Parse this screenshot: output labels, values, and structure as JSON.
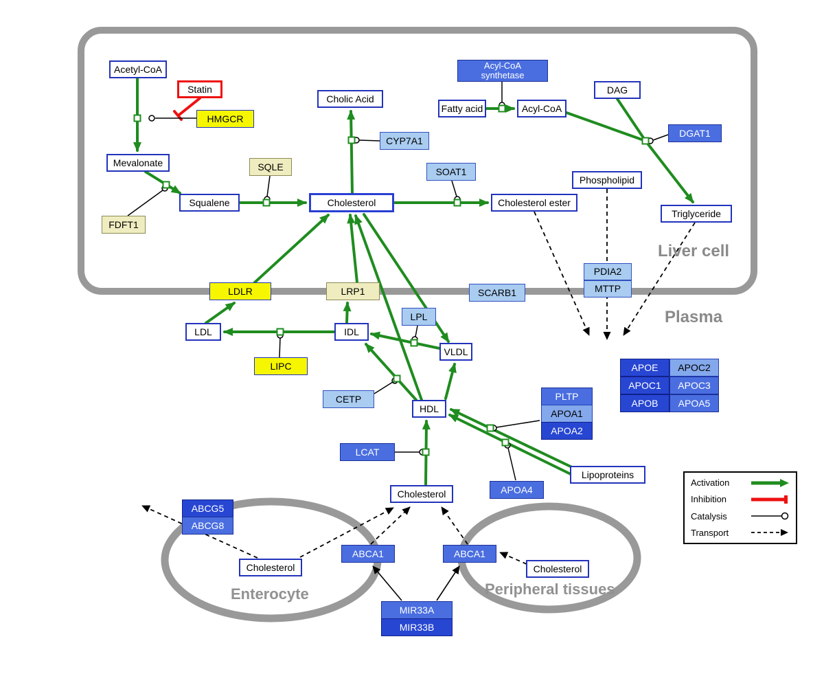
{
  "compartments": {
    "liver_cell": "Liver cell",
    "plasma": "Plasma",
    "enterocyte": "Enterocyte",
    "peripheral_tissues": "Peripheral tissues"
  },
  "nodes": {
    "acetyl_coa": "Acetyl-CoA",
    "statin": "Statin",
    "hmgcr": "HMGCR",
    "mevalonate": "Mevalonate",
    "fdft1": "FDFT1",
    "squalene": "Squalene",
    "sqle": "SQLE",
    "cholesterol_liver": "Cholesterol",
    "cholic_acid": "Cholic Acid",
    "cyp7a1": "CYP7A1",
    "soat1": "SOAT1",
    "cholesterol_ester": "Cholesterol ester",
    "acyl_coa_synthetase": "Acyl-CoA synthetase",
    "fatty_acid": "Fatty acid",
    "acyl_coa": "Acyl-CoA",
    "dag": "DAG",
    "dgat1": "DGAT1",
    "phospholipid": "Phospholipid",
    "triglyceride": "Triglyceride",
    "pdia2": "PDIA2",
    "mttp": "MTTP",
    "ldlr": "LDLR",
    "lrp1": "LRP1",
    "scarb1": "SCARB1",
    "ldl": "LDL",
    "idl": "IDL",
    "lpl": "LPL",
    "vldl": "VLDL",
    "lipc": "LIPC",
    "cetp": "CETP",
    "hdl": "HDL",
    "pltp": "PLTP",
    "apoa1": "APOA1",
    "apoa2": "APOA2",
    "apoe": "APOE",
    "apoc2": "APOC2",
    "apoc1": "APOC1",
    "apoc3": "APOC3",
    "apob": "APOB",
    "apoa5": "APOA5",
    "lcat": "LCAT",
    "apoa4": "APOA4",
    "lipoproteins": "Lipoproteins",
    "cholesterol_plasma": "Cholesterol",
    "abcg5": "ABCG5",
    "abcg8": "ABCG8",
    "cholesterol_enterocyte": "Cholesterol",
    "abca1_left": "ABCA1",
    "abca1_right": "ABCA1",
    "cholesterol_peripheral": "Cholesterol",
    "mir33a": "MIR33A",
    "mir33b": "MIR33B"
  },
  "legend": {
    "activation": "Activation",
    "inhibition": "Inhibition",
    "catalysis": "Catalysis",
    "transport": "Transport"
  },
  "colors": {
    "activation_green": "#1f8c1f",
    "inhibition_red": "#ee1111",
    "metabolite_border_blue": "#2233bb",
    "gene_yellow": "#f6f600",
    "gene_cream": "#efedc0",
    "gene_light_blue": "#a9ccf0",
    "gene_blue": "#4a6ee0",
    "gene_dark_blue": "#2746d2",
    "compartment_gray": "#999999"
  }
}
